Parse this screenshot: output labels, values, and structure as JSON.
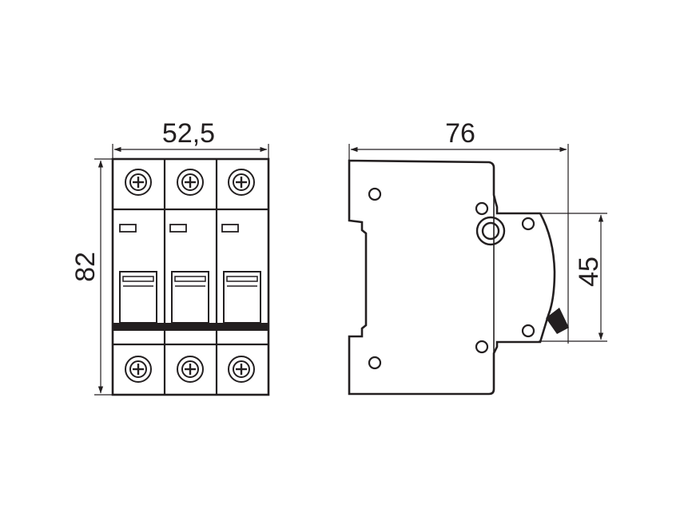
{
  "front_view": {
    "width_label": "52,5",
    "height_label": "82"
  },
  "side_view": {
    "depth_label": "76",
    "front_height_label": "45"
  },
  "colors": {
    "line": "#231f20",
    "background": "#ffffff"
  }
}
